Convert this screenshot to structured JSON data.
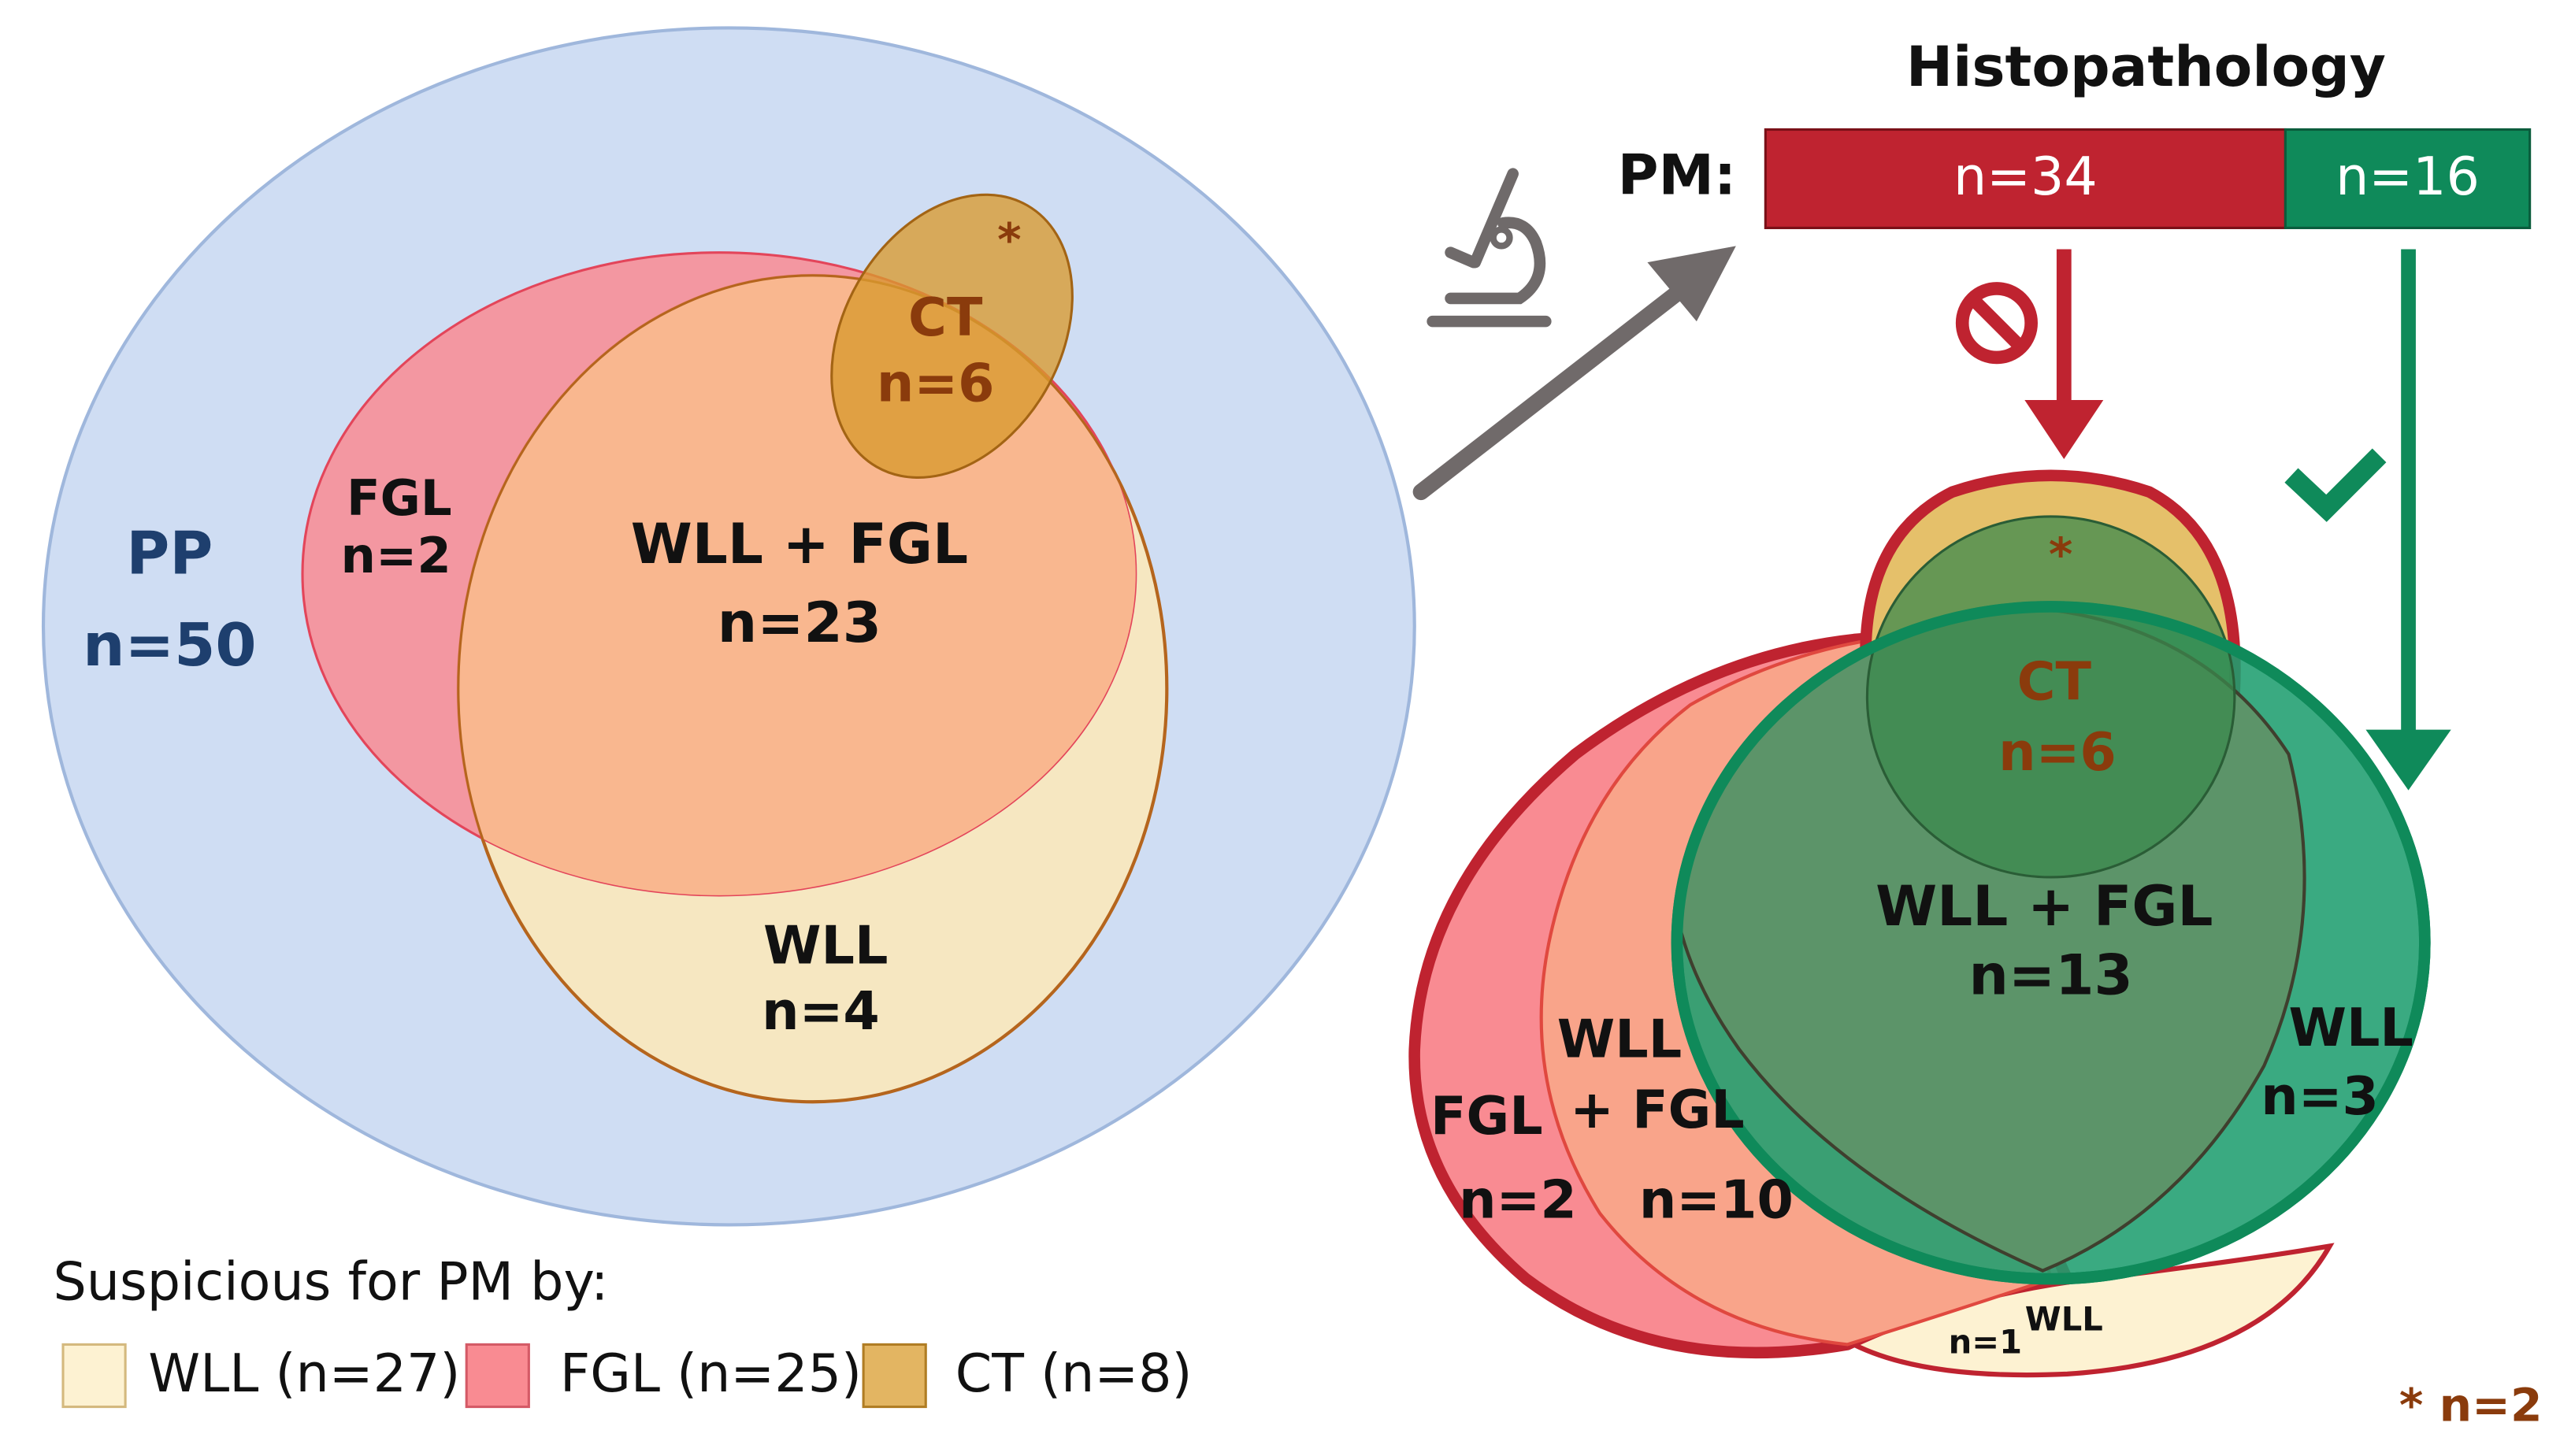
{
  "colors": {
    "pp_fill": "#cfddf3",
    "pp_stroke": "#9fb7dc",
    "fgl_fill": "#f98b92",
    "wll_fill": "#f6e7c1",
    "wll_fgl_fill": "#f9b78f",
    "ct_fill": "#d99a2e",
    "dark_red": "#bf2330",
    "green": "#0f8a5a",
    "dark_green": "#2e7d4f",
    "navy": "#1e3f6e",
    "brown": "#8a3b0c",
    "gray_arrow": "#706a6a",
    "black": "#111111"
  },
  "left": {
    "pp": {
      "label": "PP",
      "count": "n=50"
    },
    "fgl": {
      "label": "FGL",
      "count": "n=2"
    },
    "wll_fgl": {
      "label": "WLL + FGL",
      "count": "n=23"
    },
    "wll": {
      "label": "WLL",
      "count": "n=4"
    },
    "ct": {
      "label": "CT",
      "count": "n=6",
      "marker": "*"
    }
  },
  "legend": {
    "title": "Suspicious for PM by:",
    "items": [
      {
        "label": "WLL (n=27)",
        "color": "#fdf2d2"
      },
      {
        "label": "FGL (n=25)",
        "color": "#f98b92"
      },
      {
        "label": "CT (n=8)",
        "color": "#e3b562"
      }
    ]
  },
  "histopathology": {
    "title": "Histopathology",
    "pm_label": "PM:",
    "positive": {
      "label": "n=34",
      "count": 34
    },
    "negative": {
      "label": "n=16",
      "count": 16
    }
  },
  "right": {
    "ct": {
      "label": "CT",
      "count": "n=6",
      "marker": "*"
    },
    "wll_fgl_inner": {
      "label": "WLL + FGL",
      "count": "n=13"
    },
    "wll_green": {
      "label": "WLL",
      "count": "n=3"
    },
    "fgl": {
      "label": "FGL",
      "count": "n=2"
    },
    "wll_fgl_red": {
      "label_1": "WLL",
      "label_2": "+ FGL",
      "count": "n=10"
    },
    "wll_small": {
      "count": "n=1",
      "label": "WLL"
    }
  },
  "footnote": "* n=2"
}
